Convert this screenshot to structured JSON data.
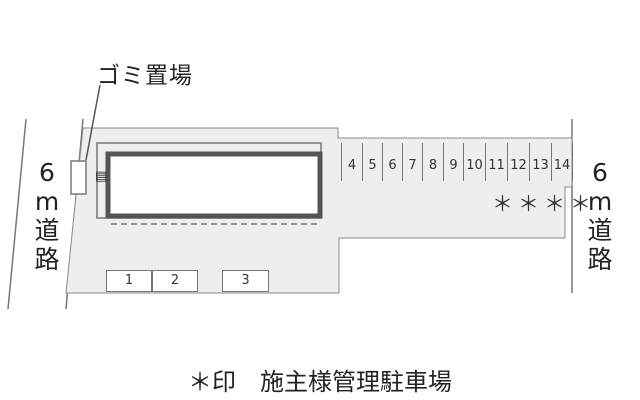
{
  "labels": {
    "garbage": "ゴミ置場",
    "road_left": [
      "6",
      "m",
      "道",
      "路"
    ],
    "road_right": [
      "6",
      "m",
      "道",
      "路"
    ]
  },
  "top_slots": [
    "4",
    "5",
    "6",
    "7",
    "8",
    "9",
    "10",
    "11",
    "12",
    "13",
    "14"
  ],
  "bottom_slots": [
    "1",
    "2",
    "3"
  ],
  "marks": "＊＊＊＊",
  "legend": "＊印　施主様管理駐車場",
  "colors": {
    "lot": "#eeeeee",
    "building_frame": "#555555",
    "lines": "#777777"
  }
}
